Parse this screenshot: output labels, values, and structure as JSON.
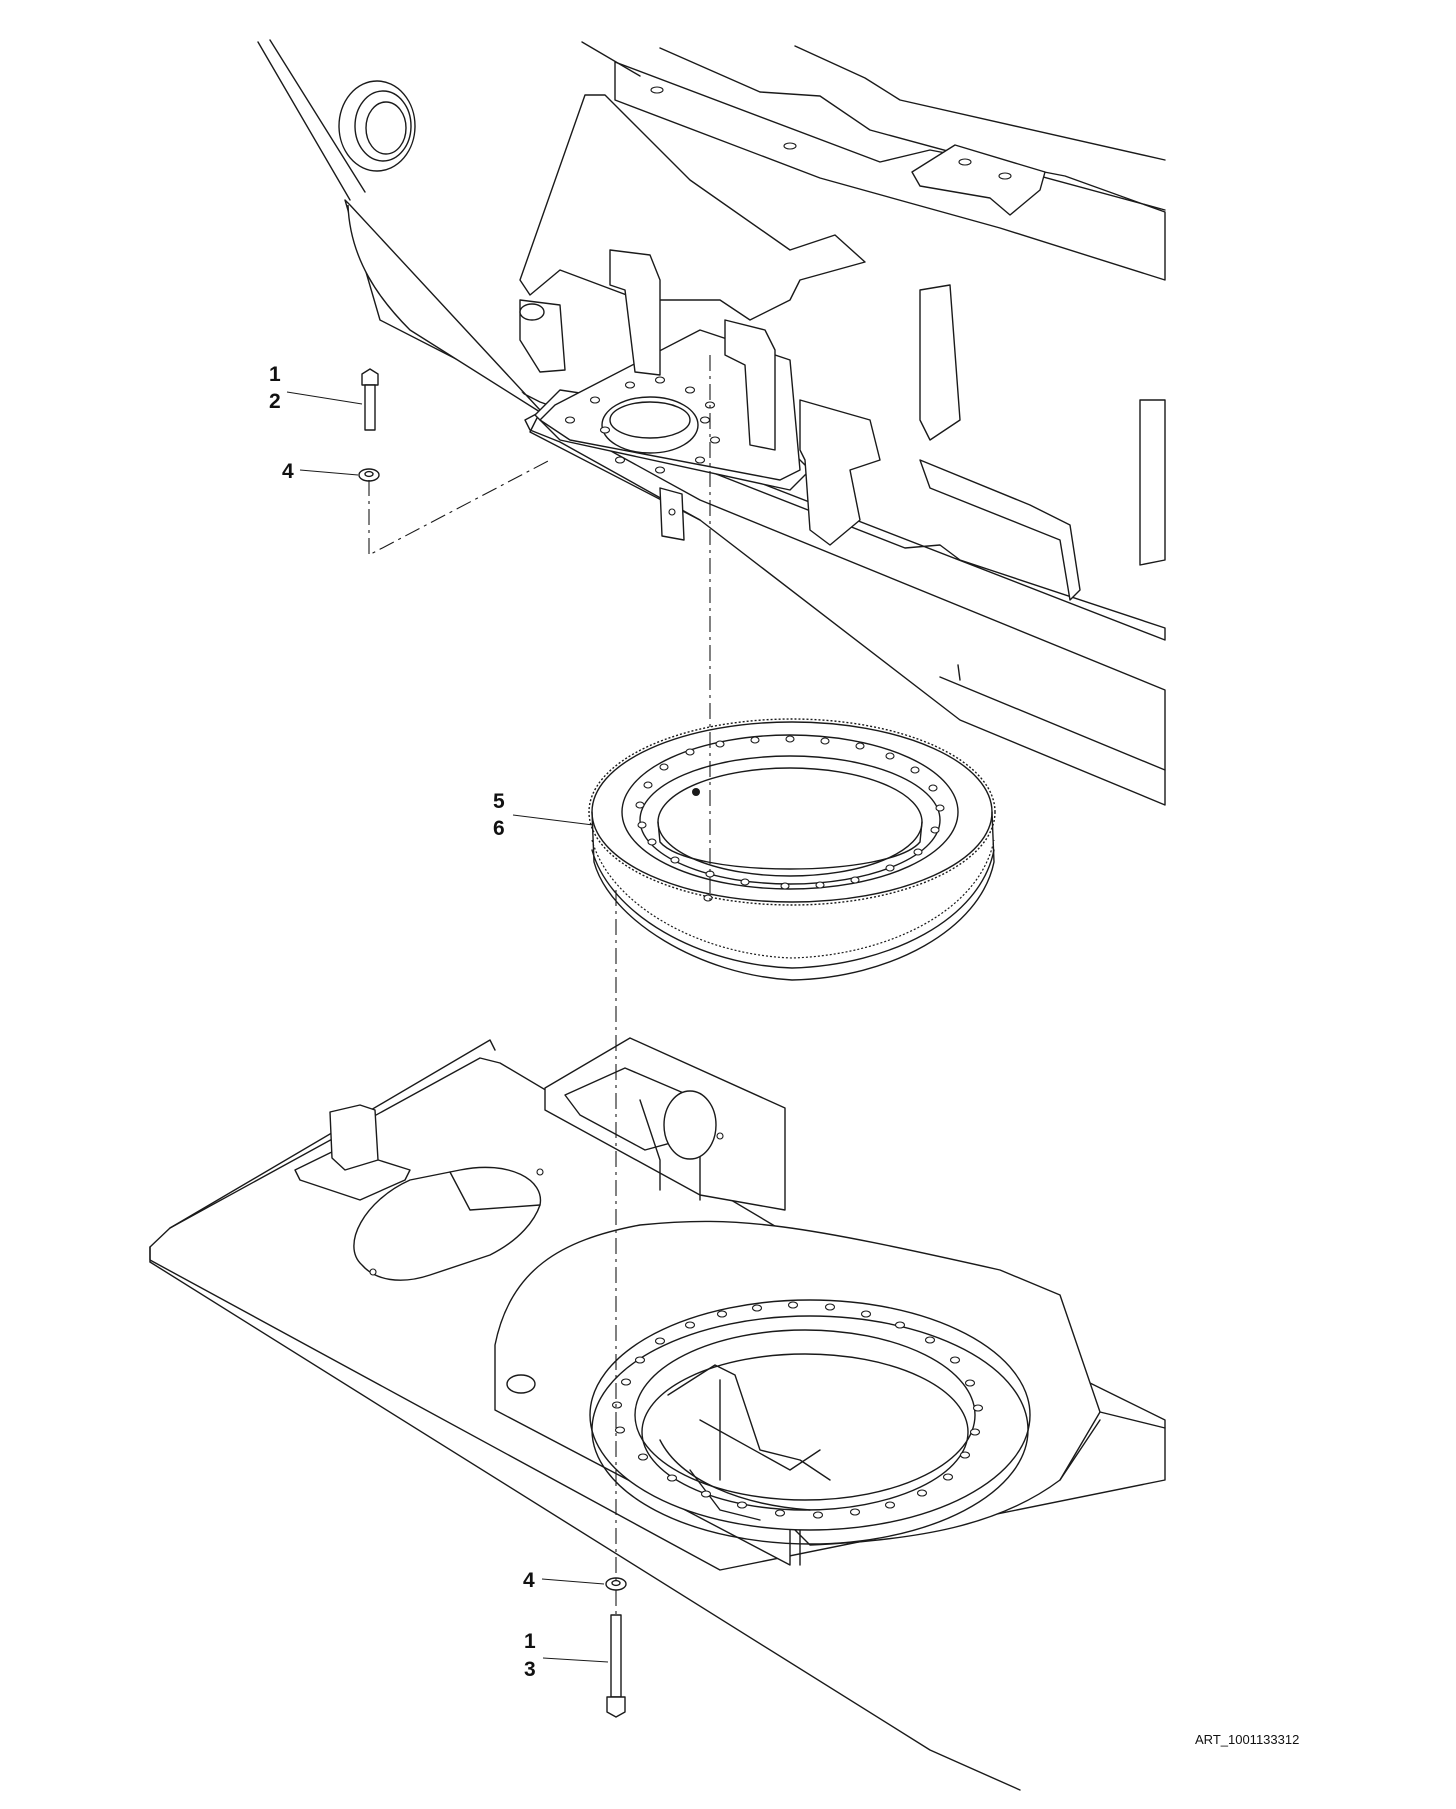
{
  "callouts": {
    "upper_bolt_item": "1",
    "upper_bolt_variant": "2",
    "upper_washer": "4",
    "bearing_item": "5",
    "bearing_variant": "6",
    "lower_washer": "4",
    "lower_bolt_item": "1",
    "lower_bolt_variant": "3"
  },
  "art_id": "ART_1001133312"
}
